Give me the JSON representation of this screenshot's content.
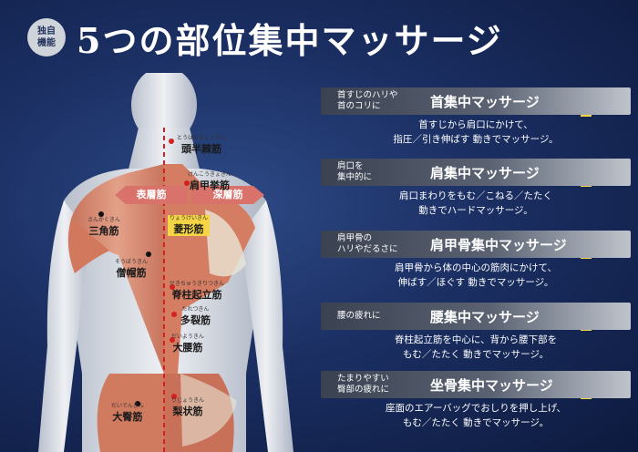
{
  "badge": [
    "独自",
    "機能"
  ],
  "title": "5つの部位集中マッサージ",
  "arrows": {
    "left": "表層筋",
    "right": "深層筋"
  },
  "muscles": [
    {
      "ruby": "とうはんきょくきん",
      "name": "頭半棘筋"
    },
    {
      "ruby": "けんこうきょきん",
      "name": "肩甲挙筋"
    },
    {
      "ruby": "さんかくきん",
      "name": "三角筋"
    },
    {
      "ruby": "りょうけいきん",
      "name": "菱形筋"
    },
    {
      "ruby": "そうぼうきん",
      "name": "僧帽筋"
    },
    {
      "ruby": "せきちゅうきりつきん",
      "name": "脊柱起立筋"
    },
    {
      "ruby": "たれつきん",
      "name": "多裂筋"
    },
    {
      "ruby": "だいようきん",
      "name": "大腰筋"
    },
    {
      "ruby": "だいでんきん",
      "name": "大臀筋"
    },
    {
      "ruby": "りじょうきん",
      "name": "梨状筋"
    }
  ],
  "sections": [
    {
      "sub": [
        "首すじのハリや",
        "首のコリに"
      ],
      "name": "首集中マッサージ",
      "desc": [
        "首すじから肩口にかけて、",
        "指圧／引き伸ばす 動きでマッサージ。"
      ]
    },
    {
      "sub": [
        "肩口を",
        "集中的に"
      ],
      "name": "肩集中マッサージ",
      "desc": [
        "肩口まわりをもむ／こねる／たたく",
        "動きでハードマッサージ。"
      ]
    },
    {
      "sub": [
        "肩甲骨の",
        "ハリやだるさに"
      ],
      "name": "肩甲骨集中マッサージ",
      "desc": [
        "肩甲骨から体の中心の筋肉にかけて、",
        "伸ばす／ほぐす 動きでマッサージ。"
      ]
    },
    {
      "sub": [
        "腰の疲れに"
      ],
      "name": "腰集中マッサージ",
      "desc": [
        "脊柱起立筋を中心に、背から腰下部を",
        "もむ／たたく 動きでマッサージ。"
      ]
    },
    {
      "sub": [
        "たまりやすい",
        "臀部の疲れに"
      ],
      "name": "坐骨集中マッサージ",
      "desc": [
        "座面のエアーバッグでおしりを押し上げ、",
        "もむ／たたく 動きでマッサージ。"
      ]
    }
  ]
}
